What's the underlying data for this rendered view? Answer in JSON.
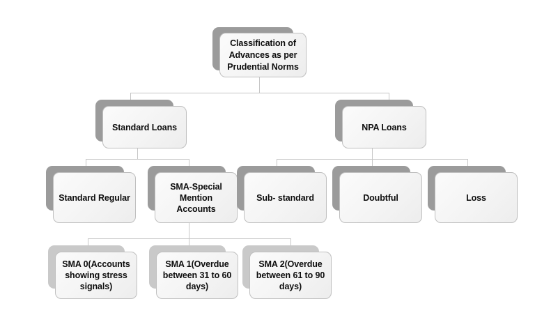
{
  "diagram": {
    "title_node": {
      "id": "classification-root",
      "label": "Classification of\nAdvances as per\nPrudential Norms"
    },
    "level2": [
      {
        "id": "standard-loans",
        "label": "Standard Loans"
      },
      {
        "id": "npa-loans",
        "label": "NPA Loans"
      }
    ],
    "level3": [
      {
        "id": "standard-regular",
        "label": "Standard Regular"
      },
      {
        "id": "sma-special-mention-accounts",
        "label": "SMA-Special\nMention Accounts"
      },
      {
        "id": "sub-standard",
        "label": "Sub- standard"
      },
      {
        "id": "doubtful",
        "label": "Doubtful"
      },
      {
        "id": "loss",
        "label": "Loss"
      }
    ],
    "level4": [
      {
        "id": "sma-0",
        "label": "SMA 0(Accounts\nshowing stress\nsignals)"
      },
      {
        "id": "sma-1",
        "label": "SMA 1(Overdue\nbetween 31 to 60\ndays)"
      },
      {
        "id": "sma-2",
        "label": "SMA 2(Overdue\nbetween 61 to 90\ndays)"
      }
    ],
    "colors": {
      "background": "#ffffff",
      "shadow_dark": "#9b9b9b",
      "shadow_light": "#c9c9c9",
      "card_fill": "#f4f4f4",
      "card_border": "#bfbfbf",
      "connector": "#c6c6c6",
      "text": "#0d0d0d"
    }
  }
}
